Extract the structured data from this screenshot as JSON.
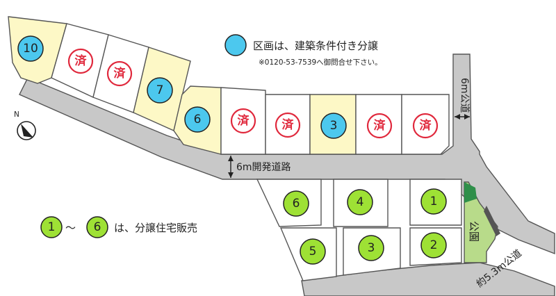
{
  "legend": {
    "blue_text": "区画は、建築条件付き分譲",
    "contact_text": "※0120-53-7539へ御問合せ下さい。",
    "green_range_from": "1",
    "green_range_sep": "～",
    "green_range_to": "6",
    "green_text": "は、分譲住宅販売",
    "colors": {
      "blue": "#4cc8ee",
      "green": "#9ee135",
      "sold": "#e0283c",
      "yellow_lot": "#fdf8c6"
    }
  },
  "roads": {
    "main": "6m開発道路",
    "vertical": "6m公道",
    "diagonal": "約5.3m公道"
  },
  "park": "公園",
  "compass": {
    "label": "N",
    "icon": "compass-arrow-icon"
  },
  "lots_top": [
    {
      "id": "10",
      "status": "conditional"
    },
    {
      "id": "済",
      "status": "sold"
    },
    {
      "id": "済",
      "status": "sold"
    },
    {
      "id": "7",
      "status": "conditional"
    },
    {
      "id": "6",
      "status": "conditional"
    },
    {
      "id": "済",
      "status": "sold"
    },
    {
      "id": "済",
      "status": "sold"
    },
    {
      "id": "3",
      "status": "conditional"
    },
    {
      "id": "済",
      "status": "sold"
    },
    {
      "id": "済",
      "status": "sold"
    }
  ],
  "lots_bottom": [
    {
      "id": "6",
      "status": "for_sale"
    },
    {
      "id": "4",
      "status": "for_sale"
    },
    {
      "id": "1",
      "status": "for_sale"
    },
    {
      "id": "5",
      "status": "for_sale"
    },
    {
      "id": "3",
      "status": "for_sale"
    },
    {
      "id": "2",
      "status": "for_sale"
    }
  ]
}
